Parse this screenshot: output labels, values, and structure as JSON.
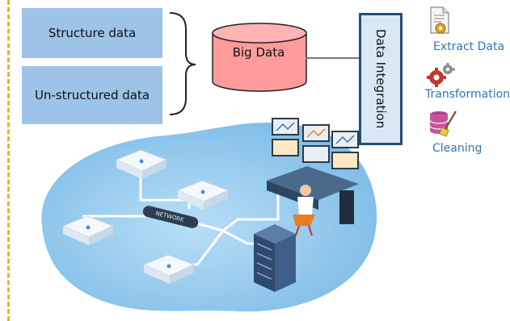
{
  "sources": {
    "structured": "Structure data",
    "unstructured": "Un-structured data"
  },
  "storage": {
    "label": "Big Data"
  },
  "integration": {
    "label": "Data Integration"
  },
  "steps": [
    {
      "label": "Extract Data",
      "icon": "document-gear-icon"
    },
    {
      "label": "Transformation",
      "icon": "gears-icon"
    },
    {
      "label": "Cleaning",
      "icon": "database-broom-icon"
    }
  ],
  "scene": {
    "network_label": "NETWORK"
  },
  "colors": {
    "source_box": "#9dc3e6",
    "big_data_fill": "#ff9b9b",
    "integration_border": "#1f4e79",
    "step_text": "#2e75b6",
    "network_cloud": "#8cc4ec",
    "dashed_border": "#f2b400"
  }
}
